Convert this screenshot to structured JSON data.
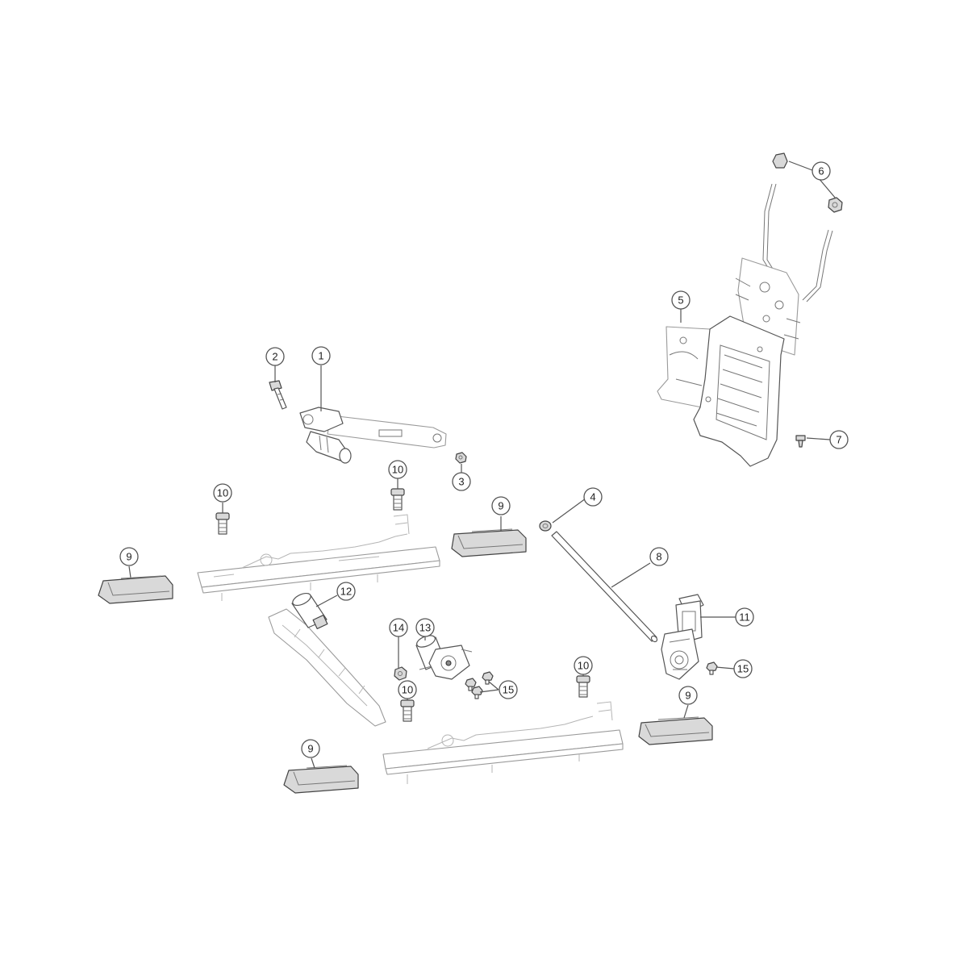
{
  "parts": [
    {
      "id": "p1",
      "number": "1"
    },
    {
      "id": "p2",
      "number": "2"
    },
    {
      "id": "p3",
      "number": "3"
    },
    {
      "id": "p4",
      "number": "4"
    },
    {
      "id": "p5",
      "number": "5"
    },
    {
      "id": "p6",
      "number": "6"
    },
    {
      "id": "p7",
      "number": "7"
    },
    {
      "id": "p8",
      "number": "8"
    },
    {
      "id": "p9",
      "number": "9"
    },
    {
      "id": "p10",
      "number": "10"
    },
    {
      "id": "p11",
      "number": "11"
    },
    {
      "id": "p12",
      "number": "12"
    },
    {
      "id": "p13",
      "number": "13"
    },
    {
      "id": "p14",
      "number": "14"
    },
    {
      "id": "p15",
      "number": "15"
    }
  ]
}
